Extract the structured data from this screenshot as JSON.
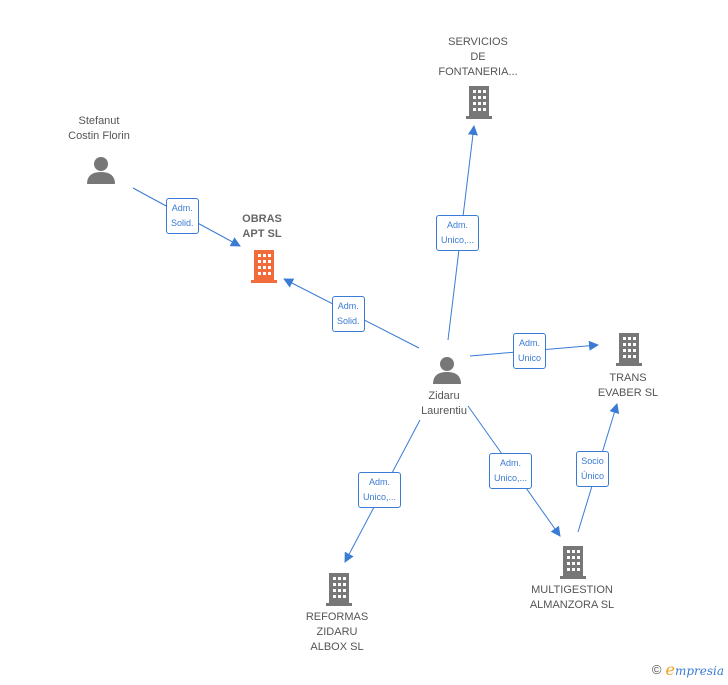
{
  "nodes": [
    {
      "id": "servicios",
      "type": "company",
      "color": "#777777",
      "label": [
        "SERVICIOS",
        "DE",
        "FONTANERIA..."
      ],
      "bold": false
    },
    {
      "id": "stefanut",
      "type": "person",
      "color": "#777777",
      "label": [
        "Stefanut",
        "Costin Florin"
      ],
      "bold": false
    },
    {
      "id": "obras",
      "type": "company",
      "color": "#f26b3a",
      "label": [
        "OBRAS",
        "APT  SL"
      ],
      "bold": true
    },
    {
      "id": "zidaru",
      "type": "person",
      "color": "#777777",
      "label": [
        "Zidaru",
        "Laurentiu"
      ],
      "bold": false
    },
    {
      "id": "trans",
      "type": "company",
      "color": "#777777",
      "label": [
        "TRANS",
        "EVABER  SL"
      ],
      "bold": false
    },
    {
      "id": "multigestion",
      "type": "company",
      "color": "#777777",
      "label": [
        "MULTIGESTION",
        "ALMANZORA  SL"
      ],
      "bold": false
    },
    {
      "id": "reformas",
      "type": "company",
      "color": "#777777",
      "label": [
        "REFORMAS",
        "ZIDARU",
        "ALBOX  SL"
      ],
      "bold": false
    }
  ],
  "edges": [
    {
      "from": "stefanut",
      "to": "obras",
      "label": [
        "Adm.",
        "Solid."
      ]
    },
    {
      "from": "zidaru",
      "to": "obras",
      "label": [
        "Adm.",
        "Solid."
      ]
    },
    {
      "from": "zidaru",
      "to": "servicios",
      "label": [
        "Adm.",
        "Unico,..."
      ]
    },
    {
      "from": "zidaru",
      "to": "trans",
      "label": [
        "Adm.",
        "Unico"
      ]
    },
    {
      "from": "zidaru",
      "to": "reformas",
      "label": [
        "Adm.",
        "Unico,..."
      ]
    },
    {
      "from": "zidaru",
      "to": "multigestion",
      "label": [
        "Adm.",
        "Unico,..."
      ]
    },
    {
      "from": "multigestion",
      "to": "trans",
      "label": [
        "Socio",
        "Único"
      ]
    }
  ],
  "colors": {
    "edge": "#3a7bd5",
    "company": "#777777",
    "highlight": "#f26b3a"
  },
  "footer": {
    "copyright": "©",
    "brand": "mpresia",
    "brand_initial": "e"
  }
}
